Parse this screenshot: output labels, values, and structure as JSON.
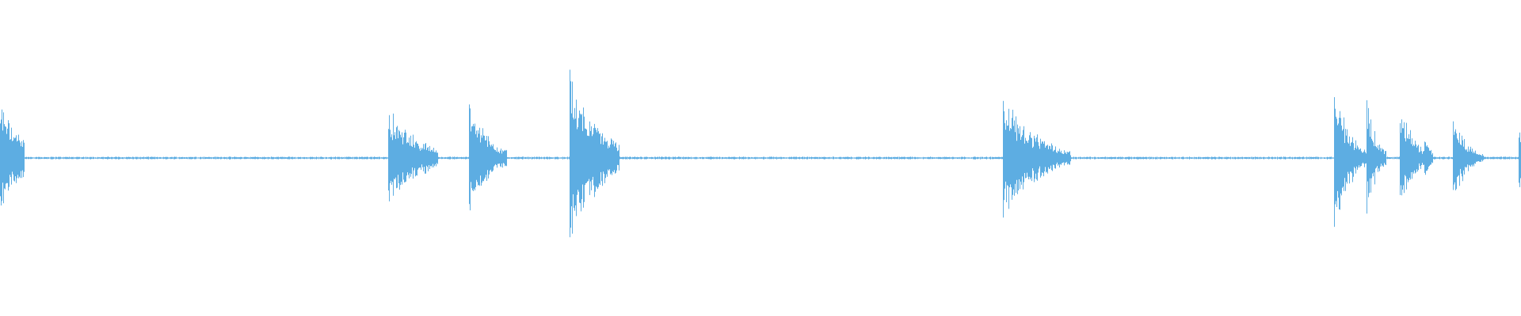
{
  "waveform": {
    "color": "#5dade2",
    "background": "#ffffff",
    "baseline_amplitude": 0.012,
    "bursts": [
      {
        "start": 0.0,
        "peak": 0.62,
        "decay": 0.014,
        "width": 0.016
      },
      {
        "start": 0.255,
        "peak": 0.55,
        "decay": 0.02,
        "width": 0.033
      },
      {
        "start": 0.308,
        "peak": 0.7,
        "decay": 0.012,
        "width": 0.025
      },
      {
        "start": 0.374,
        "peak": 1.0,
        "decay": 0.018,
        "width": 0.033
      },
      {
        "start": 0.659,
        "peak": 0.75,
        "decay": 0.02,
        "width": 0.045
      },
      {
        "start": 0.877,
        "peak": 0.82,
        "decay": 0.01,
        "width": 0.022
      },
      {
        "start": 0.898,
        "peak": 0.75,
        "decay": 0.006,
        "width": 0.013
      },
      {
        "start": 0.92,
        "peak": 0.7,
        "decay": 0.008,
        "width": 0.02
      },
      {
        "start": 0.936,
        "peak": 0.27,
        "decay": 0.004,
        "width": 0.006
      },
      {
        "start": 0.955,
        "peak": 0.55,
        "decay": 0.008,
        "width": 0.02
      },
      {
        "start": 0.998,
        "peak": 0.62,
        "decay": 0.002,
        "width": 0.002
      }
    ]
  }
}
